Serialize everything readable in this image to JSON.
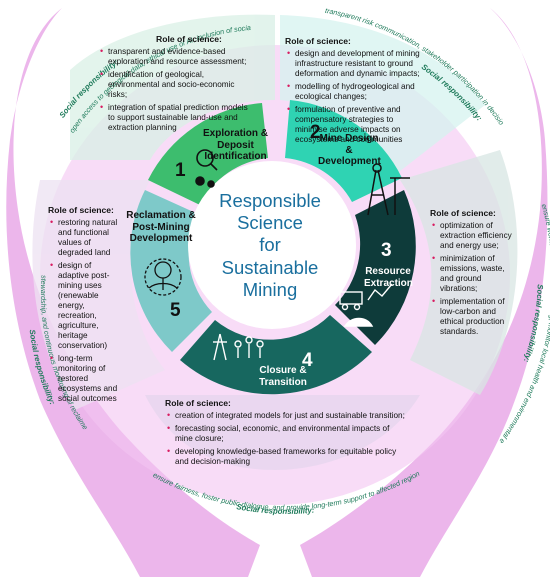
{
  "center_title": [
    "Responsible",
    "Science",
    "for",
    "Sustainable",
    "Mining"
  ],
  "colors": {
    "hands": "#e9a9e8",
    "accent_text": "#1e7a5a",
    "seg1": "#3dbd6e",
    "seg2": "#2fd3b3",
    "seg3": "#0e3b3a",
    "seg4": "#17675f",
    "seg5": "#7ec9c9",
    "center_text": "#1a6f9e"
  },
  "segments": [
    {
      "number": "1",
      "label": "Exploration & Deposit Identification",
      "icon": "magnifier-ore-icon"
    },
    {
      "number": "2",
      "label": "Mine Design & Development",
      "icon": "headframe-crane-icon"
    },
    {
      "number": "3",
      "label": "Resource Extraction",
      "icon": "mine-cart-chart-icon"
    },
    {
      "number": "4",
      "label": "Closure & Transition",
      "icon": "pylon-people-icon"
    },
    {
      "number": "5",
      "label": "Reclamation & Post-Mining Development",
      "icon": "tree-landscape-icon"
    }
  ],
  "role_of_science": {
    "heading": "Role of science:",
    "exploration": [
      "transparent and evidence-based exploration and resource assessment;",
      "identification of geological, environmental and socio-economic risks;",
      "integration of spatial prediction models to support sustainable land-use and extraction planning"
    ],
    "design": [
      "design and development of mining infrastructure resistant to ground deformation and dynamic impacts;",
      "modelling of hydrogeological and ecological changes;",
      "formulation of preventive and compensatory strategies to minimise adverse impacts on ecosystems and communities"
    ],
    "extraction": [
      "optimization of extraction efficiency and energy use;",
      "minimization of emissions, waste, and ground vibrations;",
      "implementation of low-carbon and ethical production standards."
    ],
    "closure": [
      "creation of integrated models for just and sustainable transition;",
      "forecasting social, economic, and environmental impacts of mine closure;",
      "developing knowledge-based frameworks for equitable policy and decision-making"
    ],
    "reclamation": [
      "restoring natural and functional values of degraded land",
      "design of adaptive post-mining uses (renewable energy, recreation, agriculture, heritage conservation)",
      "long-term monitoring of restored ecosystems and social outcomes"
    ]
  },
  "social_responsibility": {
    "heading": "Social responsibility:",
    "top_left": "open access to geological data, ethical use of AI, inclusion of social and indigenous communities in exploration decisions",
    "top_right": "transparent risk communication, stakeholder participation in decision-making, integration of sustainability criteria into investment planning",
    "right": "ensure worker safety and well-being, monitor local health and environmental effects, and promote supply chain transparency",
    "bottom": "ensure fairness, foster public dialogue, and provide long-term support to affected regions; strengthen science–policy partnerships",
    "left": "stewardship, and continuous monitoring of reclaimed areas"
  }
}
